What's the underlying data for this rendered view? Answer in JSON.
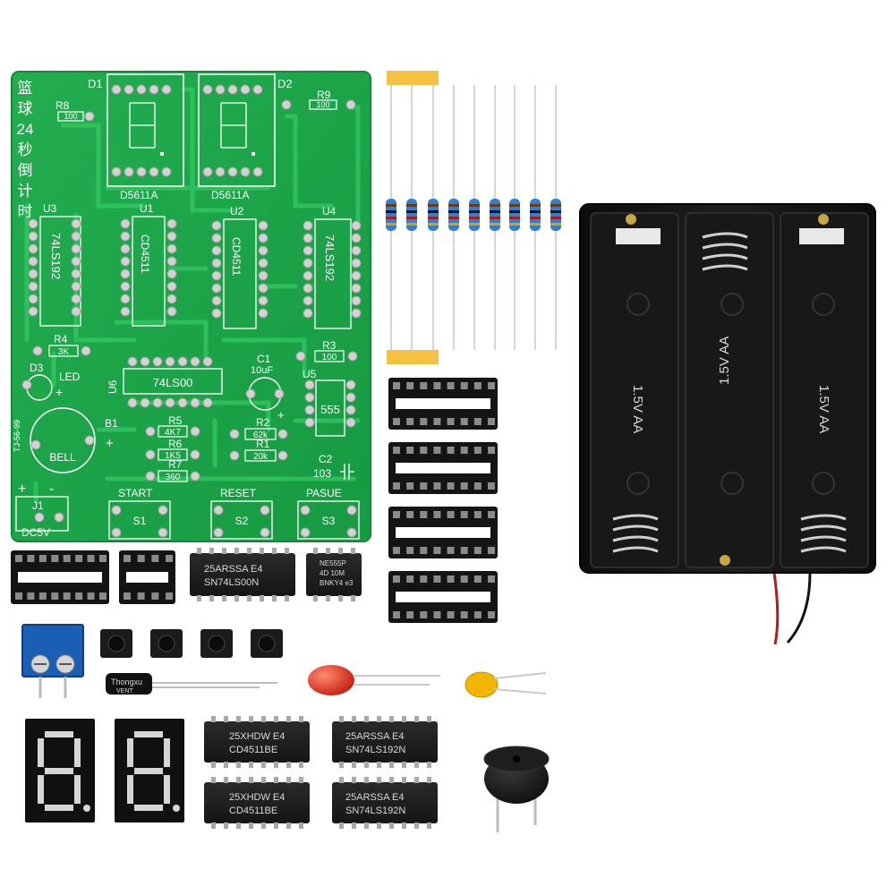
{
  "pcb": {
    "title_chars": [
      "篮",
      "球",
      "24",
      "秒",
      "倒",
      "计",
      "时"
    ],
    "board_code": "TJ-56-99",
    "display_labels": {
      "d1": "D1",
      "d2": "D2",
      "d1_part": "D5611A",
      "d2_part": "D5611A"
    },
    "resistors": {
      "r8": {
        "ref": "R8",
        "value": "100"
      },
      "r9": {
        "ref": "R9",
        "value": "100"
      },
      "r4": {
        "ref": "R4",
        "value": "3K"
      },
      "r3": {
        "ref": "R3",
        "value": "100"
      },
      "r5": {
        "ref": "R5",
        "value": "4K7"
      },
      "r6": {
        "ref": "R6",
        "value": "1K5"
      },
      "r7": {
        "ref": "R7",
        "value": "360"
      },
      "r2": {
        "ref": "R2",
        "value": "62k"
      },
      "r1": {
        "ref": "R1",
        "value": "20k"
      }
    },
    "ics": {
      "u3": {
        "ref": "U3",
        "part": "74LS192"
      },
      "u1": {
        "ref": "U1",
        "part": "CD4511"
      },
      "u2": {
        "ref": "U2",
        "part": "CD4511"
      },
      "u4": {
        "ref": "U4",
        "part": "74LS192"
      },
      "u6": {
        "ref": "U6",
        "part": "74LS00"
      },
      "u5": {
        "ref": "U5",
        "part": "555"
      }
    },
    "misc": {
      "d3": "D3",
      "led": "LED",
      "b1": "B1",
      "bell": "BELL",
      "c1": "C1",
      "c1_value": "10uF",
      "c2": "C2",
      "c2_value": "103",
      "plus": "+",
      "minus": "-",
      "j1": "J1",
      "dc5v": "DC5V"
    },
    "buttons": [
      {
        "title": "START",
        "ref": "S1"
      },
      {
        "title": "RESET",
        "ref": "S2"
      },
      {
        "title": "PASUE",
        "ref": "S3"
      }
    ]
  },
  "chip_markings": {
    "ls00": {
      "line1": "25ARSSA E4",
      "line2": "SN74LS00N"
    },
    "ne555": {
      "line1": "NE555P",
      "line2": "4D 10M",
      "line3": "BNKY4 e3"
    },
    "cd4511_a": {
      "line1": "25XHDW E4",
      "line2": "CD4511BE"
    },
    "cd4511_b": {
      "line1": "25XHDW E4",
      "line2": "CD4511BE"
    },
    "ls192_a": {
      "line1": "25ARSSA E4",
      "line2": "SN74LS192N"
    },
    "ls192_b": {
      "line1": "25ARSSA E4",
      "line2": "SN74LS192N"
    }
  },
  "capacitor_marking": {
    "brand": "Thongxu",
    "series": "VENT"
  },
  "battery_holder": {
    "cell_marking": "1.5V AA"
  },
  "colors": {
    "pcb_green": "#1fa84a",
    "pcb_trace": "#2cc259",
    "pcb_edge": "#138a38",
    "solder": "#c9c9c9",
    "chip_black": "#1c1c1c",
    "terminal_blue": "#1a5fb4",
    "led_red": "#e0301e",
    "cap_yellow": "#f2b600",
    "resistor_blue": "#2f7fd2",
    "tape_yellow": "#f6c043"
  }
}
